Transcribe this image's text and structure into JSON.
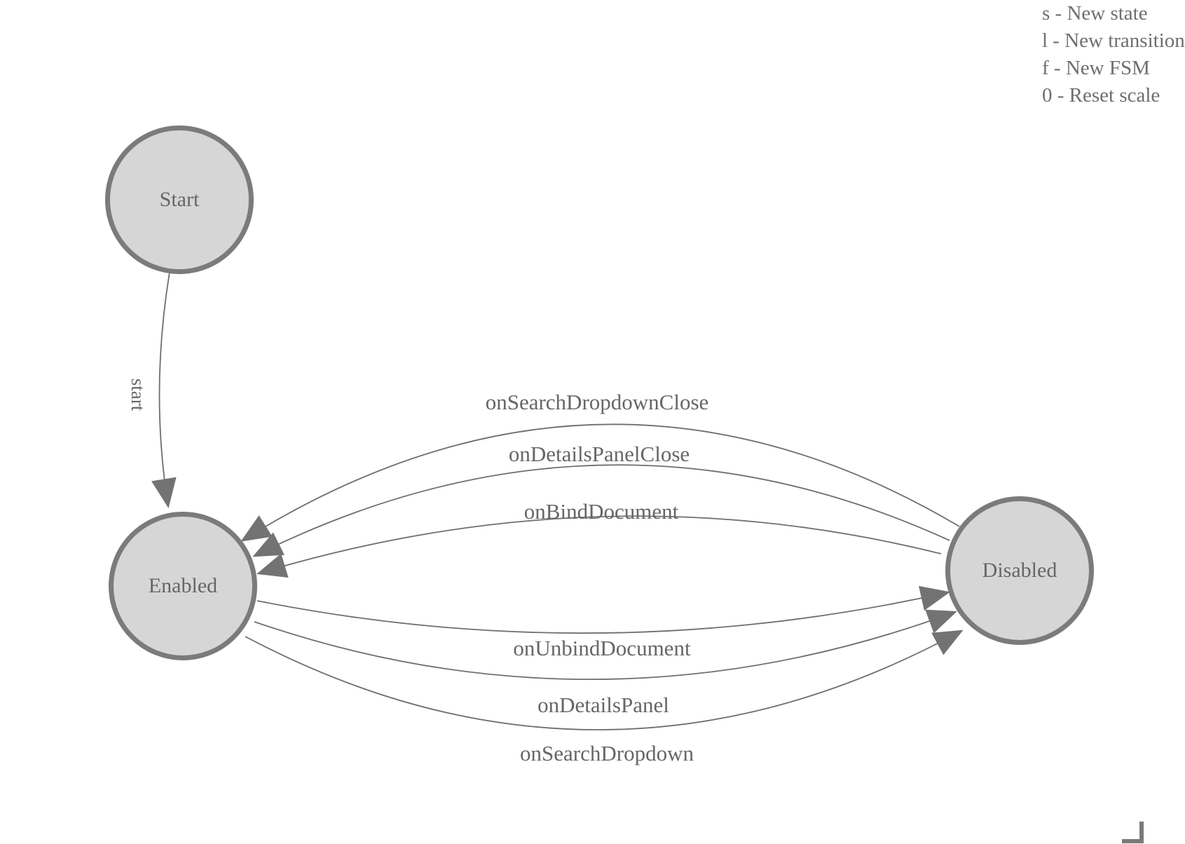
{
  "legend": {
    "items": [
      {
        "key": "s",
        "label": "s - New state"
      },
      {
        "key": "l",
        "label": "l - New transition"
      },
      {
        "key": "f",
        "label": "f - New FSM"
      },
      {
        "key": "0",
        "label": "0 - Reset scale"
      }
    ]
  },
  "diagram": {
    "type": "state-machine",
    "states": [
      {
        "id": "start",
        "label": "Start"
      },
      {
        "id": "enabled",
        "label": "Enabled"
      },
      {
        "id": "disabled",
        "label": "Disabled"
      }
    ],
    "transitions": [
      {
        "label": "start",
        "from": "Start",
        "to": "Enabled"
      },
      {
        "label": "onSearchDropdownClose",
        "from": "Disabled",
        "to": "Enabled"
      },
      {
        "label": "onDetailsPanelClose",
        "from": "Disabled",
        "to": "Enabled"
      },
      {
        "label": "onBindDocument",
        "from": "Disabled",
        "to": "Enabled"
      },
      {
        "label": "onUnbindDocument",
        "from": "Enabled",
        "to": "Disabled"
      },
      {
        "label": "onDetailsPanel",
        "from": "Enabled",
        "to": "Disabled"
      },
      {
        "label": "onSearchDropdown",
        "from": "Enabled",
        "to": "Disabled"
      }
    ],
    "colors": {
      "state_fill": "#d6d6d6",
      "state_stroke": "#7b7b7b",
      "edge_stroke": "#6e6e6e",
      "arrowhead": "#737373",
      "text": "#666666"
    }
  }
}
